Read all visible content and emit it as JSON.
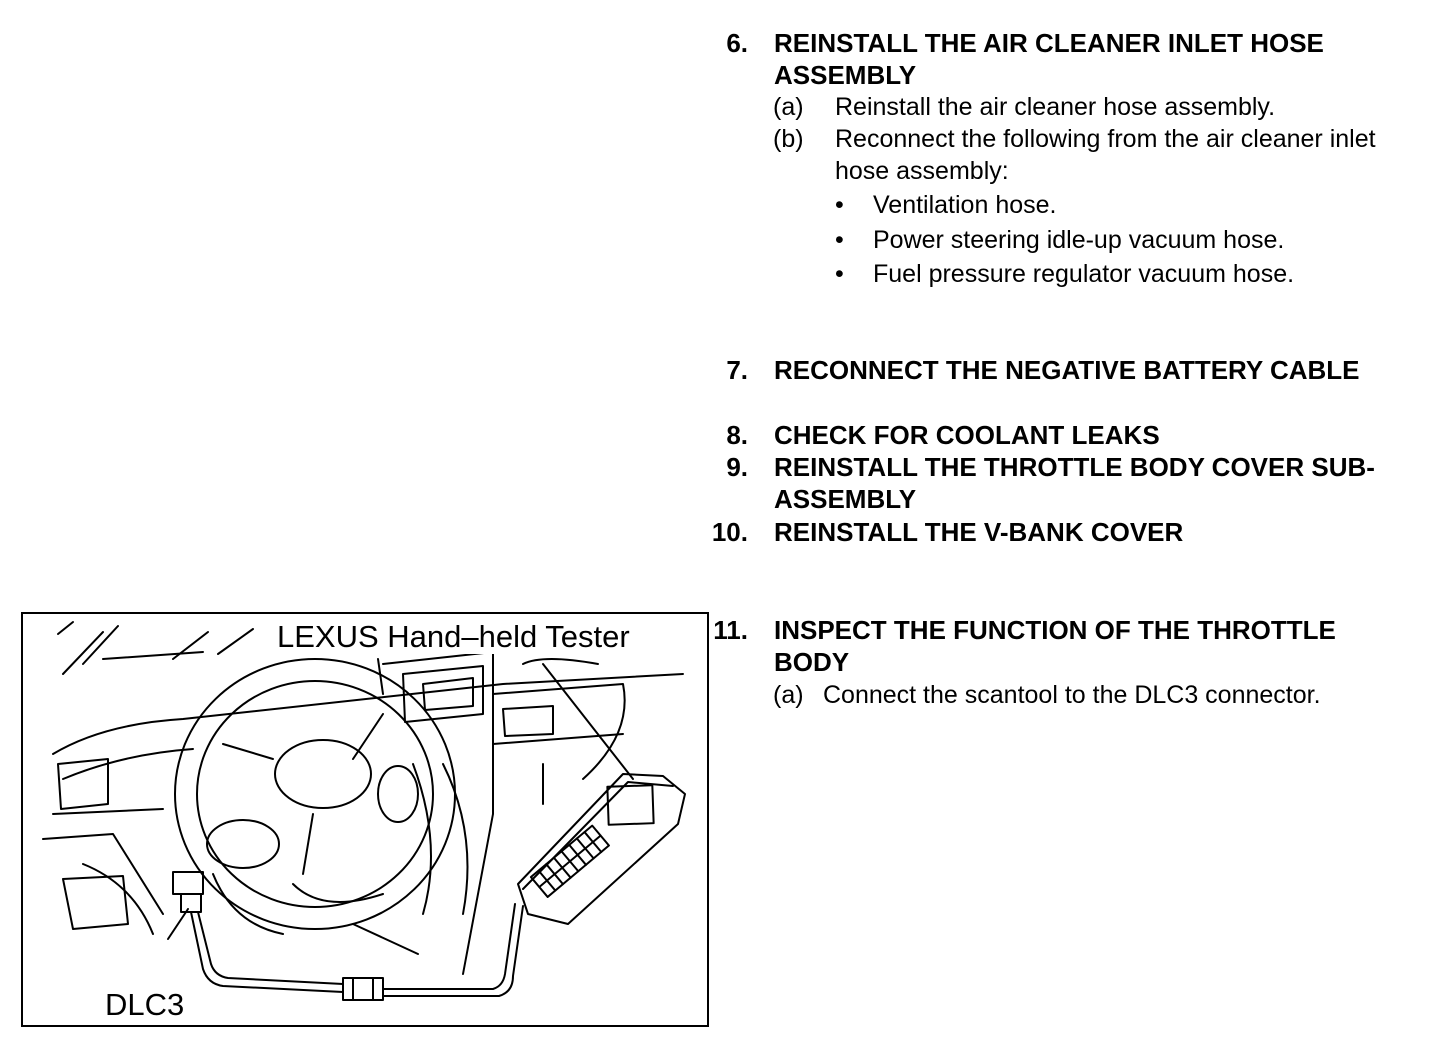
{
  "steps": [
    {
      "num": "6.",
      "title": "REINSTALL THE AIR CLEANER INLET HOSE ASSEMBLY"
    },
    {
      "num": "7.",
      "title": "RECONNECT THE NEGATIVE BATTERY CABLE"
    },
    {
      "num": "8.",
      "title": "CHECK FOR COOLANT LEAKS"
    },
    {
      "num": "9.",
      "title": "REINSTALL THE THROTTLE BODY COVER SUB-ASSEMBLY"
    },
    {
      "num": "10.",
      "title": "REINSTALL THE V-BANK COVER"
    },
    {
      "num": "11.",
      "title": "INSPECT THE FUNCTION OF THE THROTTLE BODY"
    }
  ],
  "step6_subs": [
    {
      "label": "(a)",
      "text": "Reinstall the air cleaner hose assembly."
    },
    {
      "label": "(b)",
      "text": "Reconnect the following from the air cleaner inlet hose assembly:"
    }
  ],
  "step6_bullets": [
    "Ventilation hose.",
    "Power steering idle-up vacuum hose.",
    "Fuel pressure regulator vacuum hose."
  ],
  "step11_sub": {
    "label": "(a)",
    "text": "Connect the scantool to the DLC3 connector."
  },
  "figure": {
    "tester_label": "LEXUS Hand–held Tester",
    "dlc_label": "DLC3"
  },
  "icons": [
    "steering-wheel-icon",
    "hand-held-tester-icon",
    "dlc3-connector-icon",
    "bullet-dot"
  ]
}
